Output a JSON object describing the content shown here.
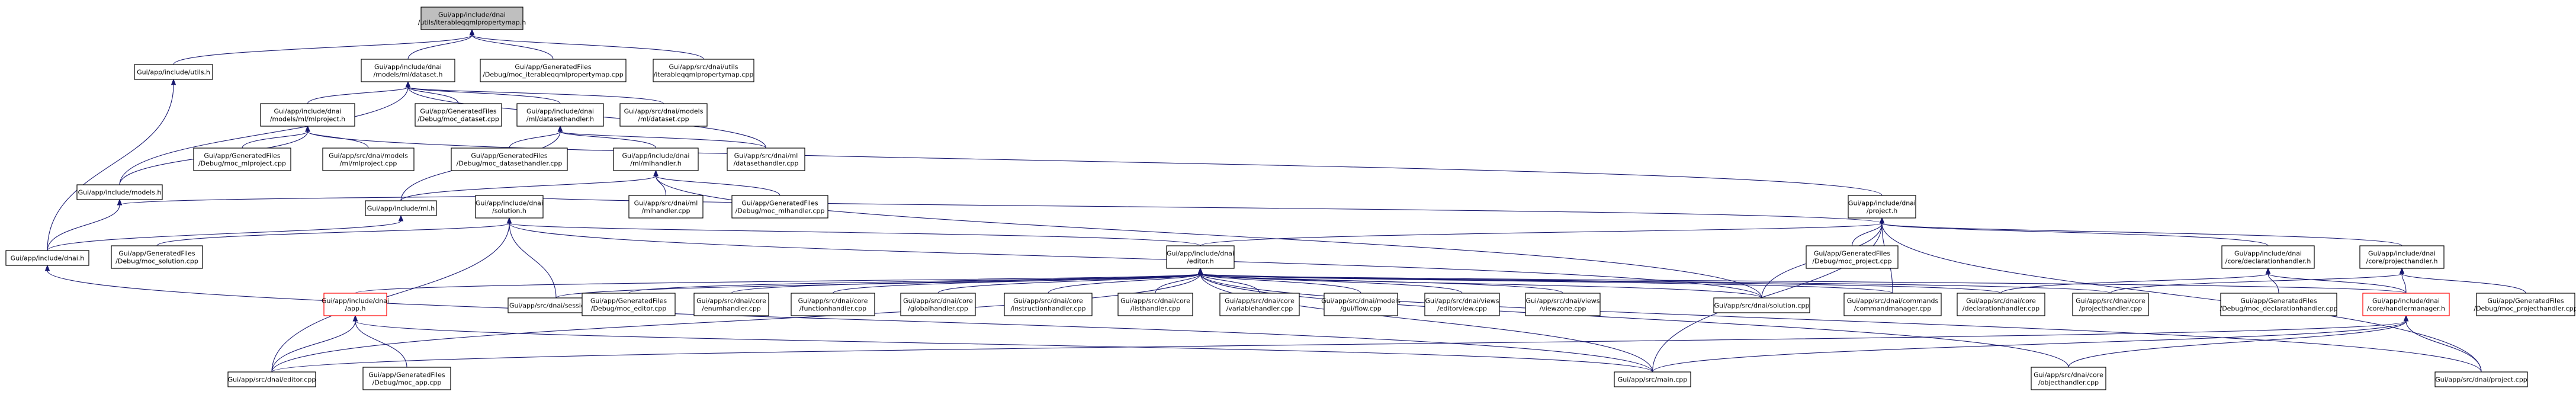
{
  "diagram_title": "Gui/app/include/dnai/utils/iterableqqmlpropertymap.h",
  "colors": {
    "edge": "#191970",
    "root_fill": "#bfbfbf",
    "node_border": "#000000",
    "node_border_red": "#ff0000"
  },
  "nodes": [
    {
      "id": "root",
      "lines": [
        "Gui/app/include/dnai",
        "/utils/iterableqqmlpropertymap.h"
      ],
      "style": "root"
    },
    {
      "id": "utils_h",
      "lines": [
        "Gui/app/include/utils.h"
      ]
    },
    {
      "id": "mldataset_h",
      "lines": [
        "Gui/app/include/dnai",
        "/models/ml/dataset.h"
      ]
    },
    {
      "id": "moc_iterable",
      "lines": [
        "Gui/app/GeneratedFiles",
        "/Debug/moc_iterableqqmlpropertymap.cpp"
      ]
    },
    {
      "id": "iterable_cpp",
      "lines": [
        "Gui/app/src/dnai/utils",
        "/iterableqqmlpropertymap.cpp"
      ]
    },
    {
      "id": "mlproject_h",
      "lines": [
        "Gui/app/include/dnai",
        "/models/ml/mlproject.h"
      ]
    },
    {
      "id": "moc_dataset",
      "lines": [
        "Gui/app/GeneratedFiles",
        "/Debug/moc_dataset.cpp"
      ]
    },
    {
      "id": "datasethandler_h",
      "lines": [
        "Gui/app/include/dnai",
        "/ml/datasethandler.h"
      ]
    },
    {
      "id": "dataset_cpp",
      "lines": [
        "Gui/app/src/dnai/models",
        "/ml/dataset.cpp"
      ]
    },
    {
      "id": "models_h",
      "lines": [
        "Gui/app/include/models.h"
      ]
    },
    {
      "id": "moc_mlproject",
      "lines": [
        "Gui/app/GeneratedFiles",
        "/Debug/moc_mlproject.cpp"
      ]
    },
    {
      "id": "mlproject_cpp",
      "lines": [
        "Gui/app/src/dnai/models",
        "/ml/mlproject.cpp"
      ]
    },
    {
      "id": "moc_datasethandler",
      "lines": [
        "Gui/app/GeneratedFiles",
        "/Debug/moc_datasethandler.cpp"
      ]
    },
    {
      "id": "mlhandler_h",
      "lines": [
        "Gui/app/include/dnai",
        "/ml/mlhandler.h"
      ]
    },
    {
      "id": "datasethandler_cpp",
      "lines": [
        "Gui/app/src/dnai/ml",
        "/datasethandler.cpp"
      ]
    },
    {
      "id": "ml_h",
      "lines": [
        "Gui/app/include/ml.h"
      ]
    },
    {
      "id": "solution_h",
      "lines": [
        "Gui/app/include/dnai",
        "/solution.h"
      ]
    },
    {
      "id": "mlhandler_cpp",
      "lines": [
        "Gui/app/src/dnai/ml",
        "/mlhandler.cpp"
      ]
    },
    {
      "id": "moc_mlhandler",
      "lines": [
        "Gui/app/GeneratedFiles",
        "/Debug/moc_mlhandler.cpp"
      ]
    },
    {
      "id": "project_h",
      "lines": [
        "Gui/app/include/dnai",
        "/project.h"
      ]
    },
    {
      "id": "dnai_h",
      "lines": [
        "Gui/app/include/dnai.h"
      ]
    },
    {
      "id": "moc_solution",
      "lines": [
        "Gui/app/GeneratedFiles",
        "/Debug/moc_solution.cpp"
      ]
    },
    {
      "id": "editor_h",
      "lines": [
        "Gui/app/include/dnai",
        "/editor.h"
      ]
    },
    {
      "id": "moc_project",
      "lines": [
        "Gui/app/GeneratedFiles",
        "/Debug/moc_project.cpp"
      ]
    },
    {
      "id": "declarationhandler_h",
      "lines": [
        "Gui/app/include/dnai",
        "/core/declarationhandler.h"
      ]
    },
    {
      "id": "projecthandler_h",
      "lines": [
        "Gui/app/include/dnai",
        "/core/projecthandler.h"
      ]
    },
    {
      "id": "app_h",
      "lines": [
        "Gui/app/include/dnai",
        "/app.h"
      ],
      "style": "red"
    },
    {
      "id": "session_cpp",
      "lines": [
        "Gui/app/src/dnai/session.cpp"
      ]
    },
    {
      "id": "moc_editor",
      "lines": [
        "Gui/app/GeneratedFiles",
        "/Debug/moc_editor.cpp"
      ]
    },
    {
      "id": "enumhandler_cpp",
      "lines": [
        "Gui/app/src/dnai/core",
        "/enumhandler.cpp"
      ]
    },
    {
      "id": "functionhandler_cpp",
      "lines": [
        "Gui/app/src/dnai/core",
        "/functionhandler.cpp"
      ]
    },
    {
      "id": "globalhandler_cpp",
      "lines": [
        "Gui/app/src/dnai/core",
        "/globalhandler.cpp"
      ]
    },
    {
      "id": "instructionhandler_cpp",
      "lines": [
        "Gui/app/src/dnai/core",
        "/instructionhandler.cpp"
      ]
    },
    {
      "id": "listhandler_cpp",
      "lines": [
        "Gui/app/src/dnai/core",
        "/listhandler.cpp"
      ]
    },
    {
      "id": "variablehandler_cpp",
      "lines": [
        "Gui/app/src/dnai/core",
        "/variablehandler.cpp"
      ]
    },
    {
      "id": "guiflow_cpp",
      "lines": [
        "Gui/app/src/dnai/models",
        "/gui/flow.cpp"
      ]
    },
    {
      "id": "editorview_cpp",
      "lines": [
        "Gui/app/src/dnai/views",
        "/editorview.cpp"
      ]
    },
    {
      "id": "viewzone_cpp",
      "lines": [
        "Gui/app/src/dnai/views",
        "/viewzone.cpp"
      ]
    },
    {
      "id": "solution_cpp",
      "lines": [
        "Gui/app/src/dnai/solution.cpp"
      ]
    },
    {
      "id": "commandmanager_cpp",
      "lines": [
        "Gui/app/src/dnai/commands",
        "/commandmanager.cpp"
      ]
    },
    {
      "id": "declarationhandler_cpp",
      "lines": [
        "Gui/app/src/dnai/core",
        "/declarationhandler.cpp"
      ]
    },
    {
      "id": "projecthandler_cpp",
      "lines": [
        "Gui/app/src/dnai/core",
        "/projecthandler.cpp"
      ]
    },
    {
      "id": "moc_declarationhandler",
      "lines": [
        "Gui/app/GeneratedFiles",
        "/Debug/moc_declarationhandler.cpp"
      ]
    },
    {
      "id": "handlermanager_h",
      "lines": [
        "Gui/app/include/dnai",
        "/core/handlermanager.h"
      ],
      "style": "red"
    },
    {
      "id": "moc_projecthandler",
      "lines": [
        "Gui/app/GeneratedFiles",
        "/Debug/moc_projecthandler.cpp"
      ]
    },
    {
      "id": "editor_cpp",
      "lines": [
        "Gui/app/src/dnai/editor.cpp"
      ]
    },
    {
      "id": "moc_app",
      "lines": [
        "Gui/app/GeneratedFiles",
        "/Debug/moc_app.cpp"
      ]
    },
    {
      "id": "main_cpp",
      "lines": [
        "Gui/app/src/main.cpp"
      ]
    },
    {
      "id": "objecthandler_cpp",
      "lines": [
        "Gui/app/src/dnai/core",
        "/objecthandler.cpp"
      ]
    },
    {
      "id": "project_cpp",
      "lines": [
        "Gui/app/src/dnai/project.cpp"
      ]
    }
  ],
  "edges": [
    [
      "root",
      "utils_h"
    ],
    [
      "root",
      "mldataset_h"
    ],
    [
      "root",
      "moc_iterable"
    ],
    [
      "root",
      "iterable_cpp"
    ],
    [
      "utils_h",
      "dnai_h"
    ],
    [
      "mldataset_h",
      "mlproject_h"
    ],
    [
      "mldataset_h",
      "moc_dataset"
    ],
    [
      "mldataset_h",
      "datasethandler_h"
    ],
    [
      "mldataset_h",
      "dataset_cpp"
    ],
    [
      "mldataset_h",
      "models_h"
    ],
    [
      "mldataset_h",
      "datasethandler_cpp"
    ],
    [
      "mlproject_h",
      "models_h"
    ],
    [
      "mlproject_h",
      "moc_mlproject"
    ],
    [
      "mlproject_h",
      "mlproject_cpp"
    ],
    [
      "mlproject_h",
      "project_h"
    ],
    [
      "datasethandler_h",
      "moc_datasethandler"
    ],
    [
      "datasethandler_h",
      "mlhandler_h"
    ],
    [
      "datasethandler_h",
      "datasethandler_cpp"
    ],
    [
      "datasethandler_h",
      "ml_h"
    ],
    [
      "models_h",
      "dnai_h"
    ],
    [
      "models_h",
      "solution_h"
    ],
    [
      "mlhandler_h",
      "ml_h"
    ],
    [
      "mlhandler_h",
      "mlhandler_cpp"
    ],
    [
      "mlhandler_h",
      "moc_mlhandler"
    ],
    [
      "mlhandler_h",
      "solution_cpp"
    ],
    [
      "ml_h",
      "dnai_h"
    ],
    [
      "solution_h",
      "moc_solution"
    ],
    [
      "solution_h",
      "session_cpp"
    ],
    [
      "solution_h",
      "editor_cpp"
    ],
    [
      "solution_h",
      "solution_cpp"
    ],
    [
      "solution_h",
      "editor_h"
    ],
    [
      "project_h",
      "solution_h"
    ],
    [
      "project_h",
      "editor_h"
    ],
    [
      "project_h",
      "moc_project"
    ],
    [
      "project_h",
      "declarationhandler_h"
    ],
    [
      "project_h",
      "projecthandler_h"
    ],
    [
      "project_h",
      "commandmanager_cpp"
    ],
    [
      "project_h",
      "solution_cpp"
    ],
    [
      "project_h",
      "project_cpp"
    ],
    [
      "project_h",
      "main_cpp"
    ],
    [
      "dnai_h",
      "main_cpp"
    ],
    [
      "editor_h",
      "app_h"
    ],
    [
      "editor_h",
      "session_cpp"
    ],
    [
      "editor_h",
      "moc_editor"
    ],
    [
      "editor_h",
      "enumhandler_cpp"
    ],
    [
      "editor_h",
      "functionhandler_cpp"
    ],
    [
      "editor_h",
      "globalhandler_cpp"
    ],
    [
      "editor_h",
      "instructionhandler_cpp"
    ],
    [
      "editor_h",
      "listhandler_cpp"
    ],
    [
      "editor_h",
      "variablehandler_cpp"
    ],
    [
      "editor_h",
      "guiflow_cpp"
    ],
    [
      "editor_h",
      "editorview_cpp"
    ],
    [
      "editor_h",
      "viewzone_cpp"
    ],
    [
      "editor_h",
      "solution_cpp"
    ],
    [
      "editor_h",
      "commandmanager_cpp"
    ],
    [
      "editor_h",
      "declarationhandler_cpp"
    ],
    [
      "editor_h",
      "projecthandler_cpp"
    ],
    [
      "editor_h",
      "editor_cpp"
    ],
    [
      "editor_h",
      "handlermanager_h"
    ],
    [
      "editor_h",
      "main_cpp"
    ],
    [
      "editor_h",
      "objecthandler_cpp"
    ],
    [
      "editor_h",
      "project_cpp"
    ],
    [
      "declarationhandler_h",
      "declarationhandler_cpp"
    ],
    [
      "declarationhandler_h",
      "moc_declarationhandler"
    ],
    [
      "declarationhandler_h",
      "handlermanager_h"
    ],
    [
      "projecthandler_h",
      "projecthandler_cpp"
    ],
    [
      "projecthandler_h",
      "handlermanager_h"
    ],
    [
      "projecthandler_h",
      "moc_projecthandler"
    ],
    [
      "app_h",
      "editor_cpp"
    ],
    [
      "app_h",
      "moc_app"
    ],
    [
      "app_h",
      "main_cpp"
    ],
    [
      "handlermanager_h",
      "editor_cpp"
    ],
    [
      "handlermanager_h",
      "main_cpp"
    ],
    [
      "handlermanager_h",
      "objecthandler_cpp"
    ],
    [
      "handlermanager_h",
      "project_cpp"
    ]
  ]
}
